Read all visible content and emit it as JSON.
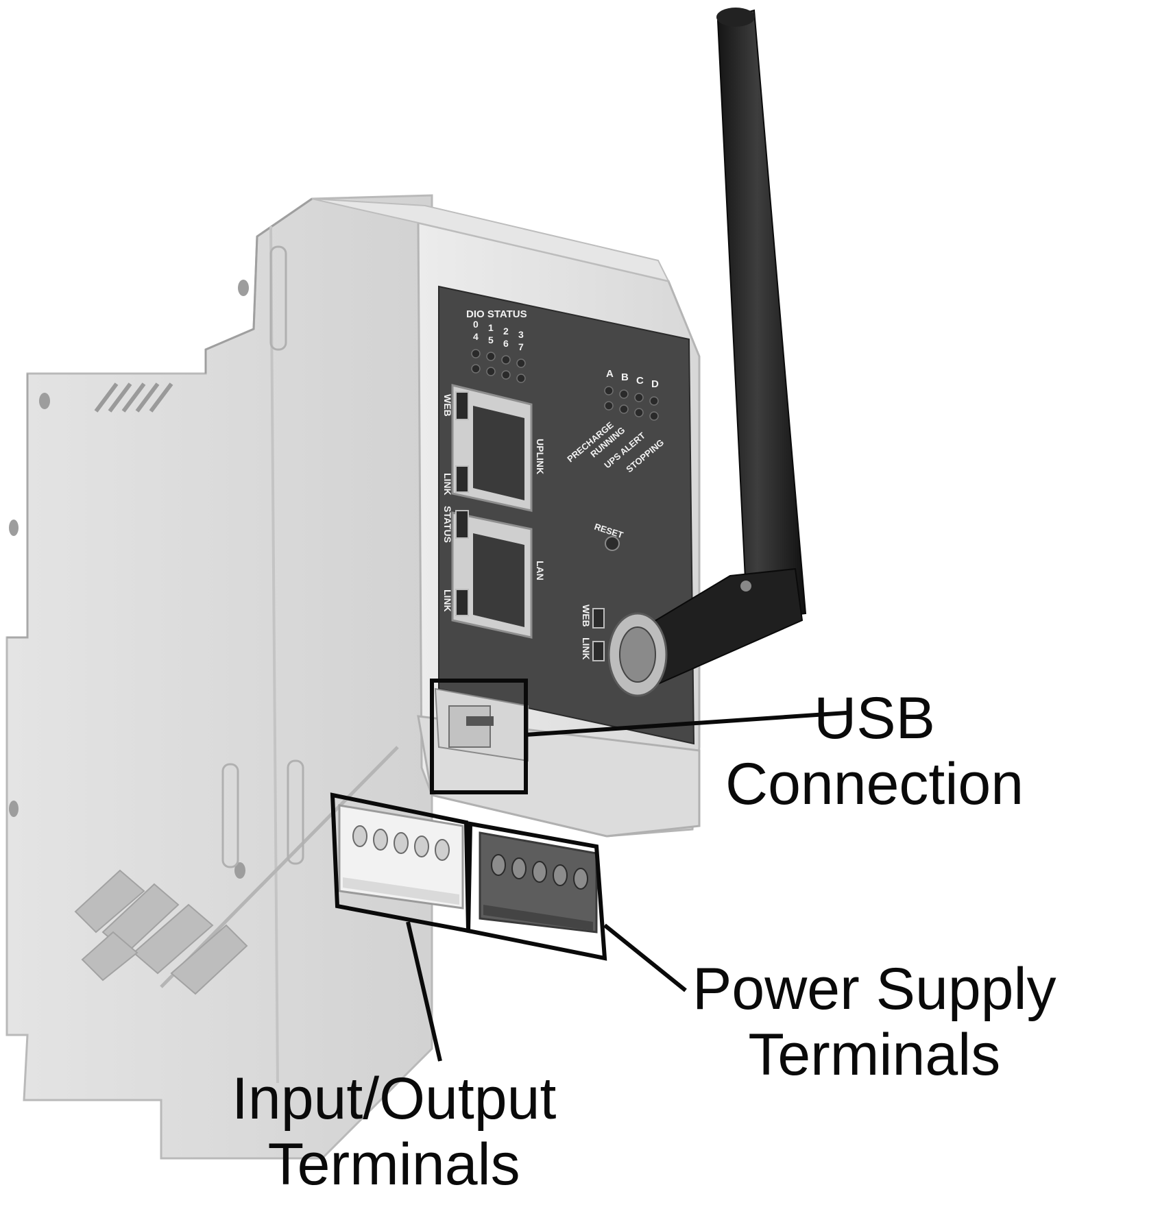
{
  "callouts": {
    "usb": {
      "line1": "USB",
      "line2": "Connection"
    },
    "power": {
      "line1": "Power Supply",
      "line2": "Terminals"
    },
    "io": {
      "line1": "Input/Output",
      "line2": "Terminals"
    }
  },
  "panel": {
    "dio_title": "DIO STATUS",
    "dio_numbers_top": [
      "0",
      "1",
      "2",
      "3"
    ],
    "dio_numbers_bottom": [
      "4",
      "5",
      "6",
      "7"
    ],
    "ups_letters": [
      "A",
      "B",
      "C",
      "D"
    ],
    "ups_states": [
      "PRECHARGE",
      "RUNNING",
      "UPS ALERT",
      "STOPPING"
    ],
    "uplink": "UPLINK",
    "lan": "LAN",
    "web": "WEB",
    "link": "LINK",
    "status": "STATUS",
    "reset": "RESET",
    "web_right": "WEB",
    "link_right": "LINK"
  }
}
